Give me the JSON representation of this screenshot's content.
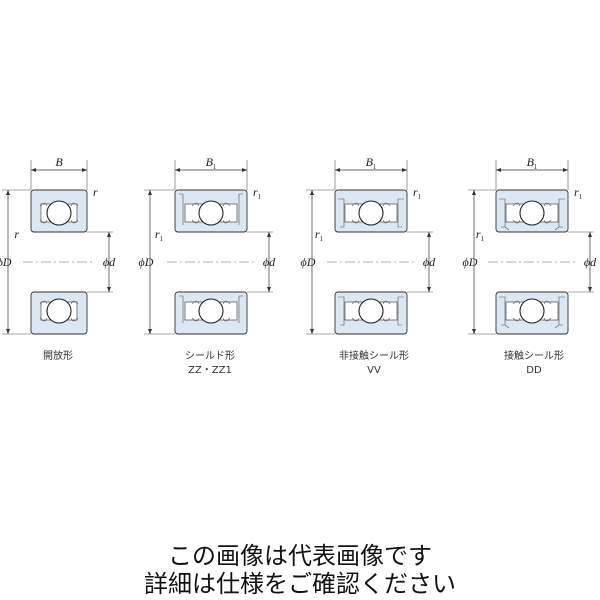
{
  "colors": {
    "ring_fill": "#dbe7f3",
    "ring_stroke": "#333333",
    "centerline": "#666666"
  },
  "bearings": [
    {
      "id": "open",
      "width_label": "B",
      "width_sub": "",
      "fillet_label": "r",
      "fillet_sub": "",
      "outer_label": "ϕD",
      "bore_label": "ϕd",
      "caption_line1": "開放形",
      "caption_line2": ""
    },
    {
      "id": "zz",
      "width_label": "B",
      "width_sub": "1",
      "fillet_label": "r",
      "fillet_sub": "1",
      "outer_label": "ϕD",
      "bore_label": "ϕd",
      "caption_line1": "シールド形",
      "caption_line2": "ZZ・ZZ1"
    },
    {
      "id": "vv",
      "width_label": "B",
      "width_sub": "1",
      "fillet_label": "r",
      "fillet_sub": "1",
      "outer_label": "ϕD",
      "bore_label": "ϕd",
      "caption_line1": "非接触シール形",
      "caption_line2": "VV"
    },
    {
      "id": "dd",
      "width_label": "B",
      "width_sub": "1",
      "fillet_label": "r",
      "fillet_sub": "1",
      "outer_label": "ϕD",
      "bore_label": "ϕd",
      "caption_line1": "接触シール形",
      "caption_line2": "DD"
    }
  ],
  "notice": {
    "line1": "この画像は代表画像です",
    "line2": "詳細は仕様をご確認ください"
  }
}
